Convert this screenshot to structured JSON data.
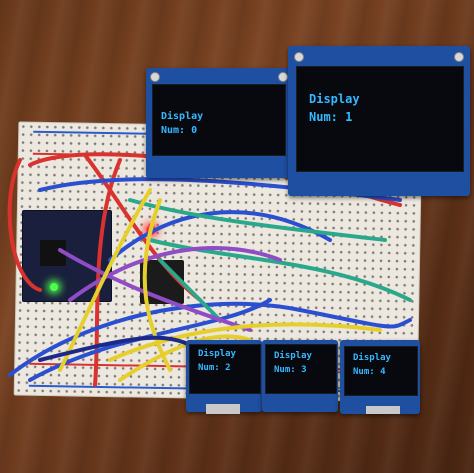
{
  "displays": [
    {
      "line1": "Display",
      "line2": "Num: 0"
    },
    {
      "line1": "Display",
      "line2": "Num: 1"
    },
    {
      "line1": "Display",
      "line2": "Num: 2"
    },
    {
      "line1": "Display",
      "line2": "Num: 3"
    },
    {
      "line1": "Display",
      "line2": "Num: 4"
    }
  ],
  "colors": {
    "oled_text": "#36b8ff",
    "oled_pcb": "#1e4fa0",
    "breadboard": "#ece8df",
    "wood": "#6b3a1c"
  }
}
